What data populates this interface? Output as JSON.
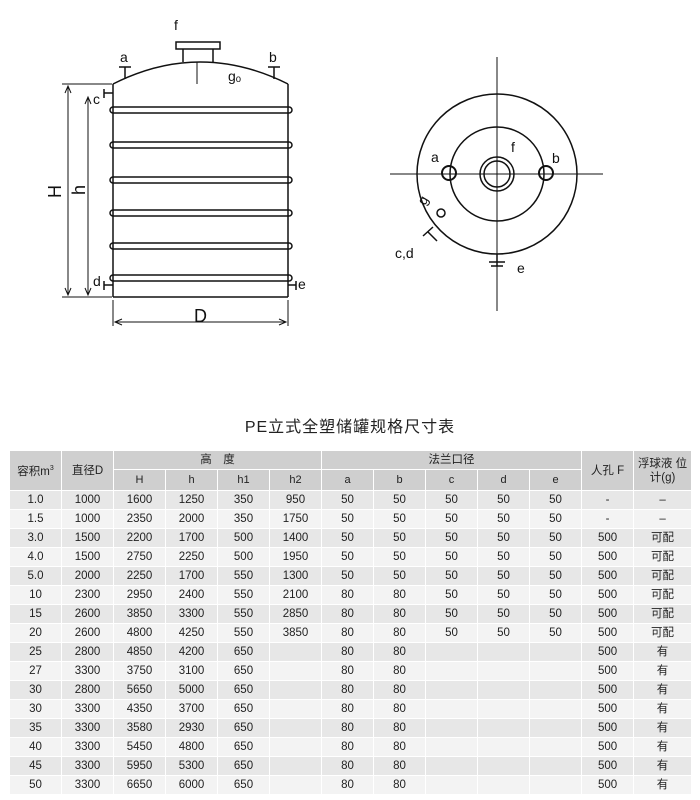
{
  "drawing": {
    "side_labels": {
      "a": "a",
      "b": "b",
      "f": "f",
      "go": "gₒ",
      "c": "c",
      "d": "d",
      "e": "e",
      "H": "H",
      "h": "h",
      "D": "D"
    },
    "top_labels": {
      "a": "a",
      "b": "b",
      "f": "f",
      "g": "g",
      "cd": "c,d",
      "e": "e"
    }
  },
  "table": {
    "title": "PE立式全塑储罐规格尺寸表",
    "header": {
      "volume": "容积m",
      "volume_sup": "3",
      "diameter": "直径D",
      "height_group": "高　度",
      "flange_group": "法兰口径",
      "manhole": "人孔 F",
      "float_gauge": "浮球液 位计(g)",
      "height_cols": [
        "H",
        "h",
        "h1",
        "h2"
      ],
      "flange_cols": [
        "a",
        "b",
        "c",
        "d",
        "e"
      ]
    },
    "rows": [
      [
        "1.0",
        "1000",
        "1600",
        "1250",
        "350",
        "950",
        "50",
        "50",
        "50",
        "50",
        "50",
        "-",
        "–"
      ],
      [
        "1.5",
        "1000",
        "2350",
        "2000",
        "350",
        "1750",
        "50",
        "50",
        "50",
        "50",
        "50",
        "-",
        "–"
      ],
      [
        "3.0",
        "1500",
        "2200",
        "1700",
        "500",
        "1400",
        "50",
        "50",
        "50",
        "50",
        "50",
        "500",
        "可配"
      ],
      [
        "4.0",
        "1500",
        "2750",
        "2250",
        "500",
        "1950",
        "50",
        "50",
        "50",
        "50",
        "50",
        "500",
        "可配"
      ],
      [
        "5.0",
        "2000",
        "2250",
        "1700",
        "550",
        "1300",
        "50",
        "50",
        "50",
        "50",
        "50",
        "500",
        "可配"
      ],
      [
        "10",
        "2300",
        "2950",
        "2400",
        "550",
        "2100",
        "80",
        "80",
        "50",
        "50",
        "50",
        "500",
        "可配"
      ],
      [
        "15",
        "2600",
        "3850",
        "3300",
        "550",
        "2850",
        "80",
        "80",
        "50",
        "50",
        "50",
        "500",
        "可配"
      ],
      [
        "20",
        "2600",
        "4800",
        "4250",
        "550",
        "3850",
        "80",
        "80",
        "50",
        "50",
        "50",
        "500",
        "可配"
      ],
      [
        "25",
        "2800",
        "4850",
        "4200",
        "650",
        "",
        "80",
        "80",
        "",
        "",
        "",
        "500",
        "有"
      ],
      [
        "27",
        "3300",
        "3750",
        "3100",
        "650",
        "",
        "80",
        "80",
        "",
        "",
        "",
        "500",
        "有"
      ],
      [
        "30",
        "2800",
        "5650",
        "5000",
        "650",
        "",
        "80",
        "80",
        "",
        "",
        "",
        "500",
        "有"
      ],
      [
        "30",
        "3300",
        "4350",
        "3700",
        "650",
        "",
        "80",
        "80",
        "",
        "",
        "",
        "500",
        "有"
      ],
      [
        "35",
        "3300",
        "3580",
        "2930",
        "650",
        "",
        "80",
        "80",
        "",
        "",
        "",
        "500",
        "有"
      ],
      [
        "40",
        "3300",
        "5450",
        "4800",
        "650",
        "",
        "80",
        "80",
        "",
        "",
        "",
        "500",
        "有"
      ],
      [
        "45",
        "3300",
        "5950",
        "5300",
        "650",
        "",
        "80",
        "80",
        "",
        "",
        "",
        "500",
        "有"
      ],
      [
        "50",
        "3300",
        "6650",
        "6000",
        "650",
        "",
        "80",
        "80",
        "",
        "",
        "",
        "500",
        "有"
      ]
    ]
  }
}
